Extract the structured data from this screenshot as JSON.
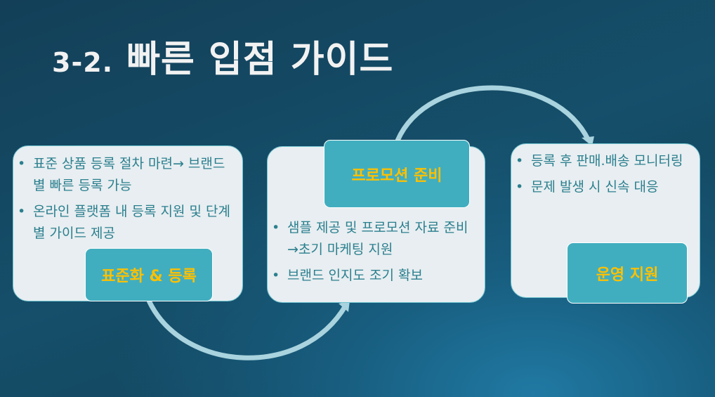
{
  "title": {
    "number": "3-2.",
    "text": "빠른 입점 가이드"
  },
  "steps": [
    {
      "label": "표준화 & 등록",
      "bullets": [
        "표준 상품 등록 절차 마련→ 브랜드별 빠른 등록 가능",
        "온라인 플랫폼 내 등록 지원 및 단계별 가이드 제공"
      ]
    },
    {
      "label": "프로모션 준비",
      "bullets": [
        "샘플 제공 및 프로모션 자료 준비→초기 마케팅 지원",
        "브랜드 인지도 조기 확보"
      ]
    },
    {
      "label": "운영 지원",
      "bullets": [
        "등록 후 판매.배송 모니터링",
        "문제 발생 시 신속 대응"
      ]
    }
  ],
  "colors": {
    "label_text": "#ffc000",
    "label_bg": "#41aebf",
    "bullet_text": "#2b7f8e",
    "arrow": "#a9d3de"
  }
}
